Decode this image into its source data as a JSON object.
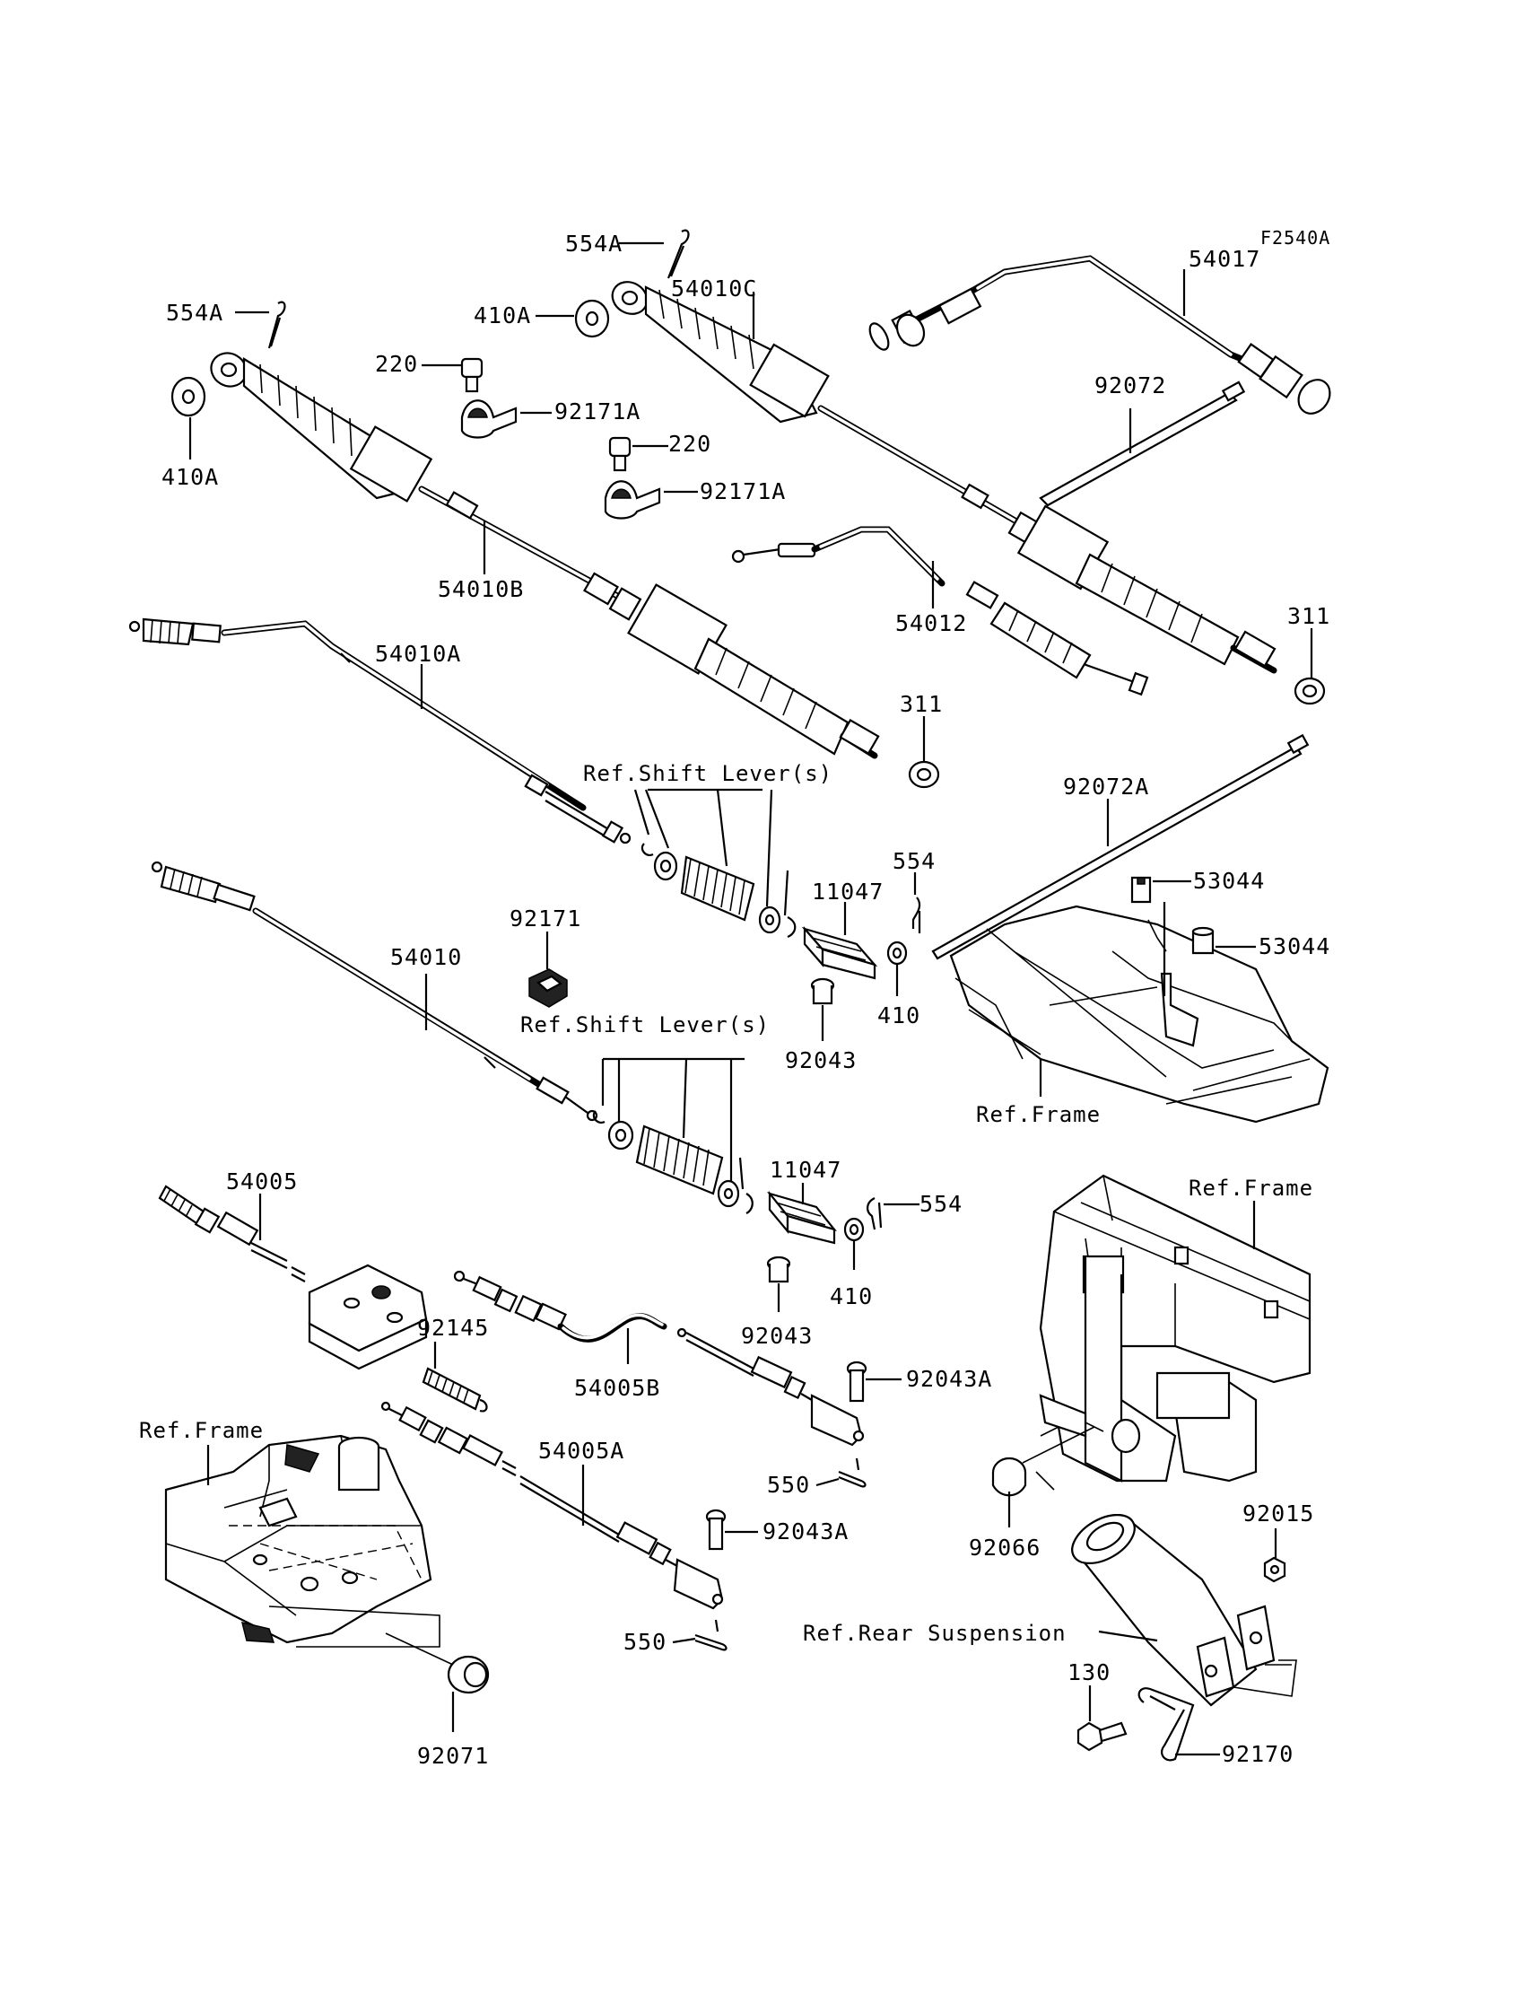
{
  "diagram_code": "F2540A",
  "labels": {
    "l554A_top": "554A",
    "l554A_left": "554A",
    "l410A_mid": "410A",
    "l410A_left": "410A",
    "l220_a": "220",
    "l220_b": "220",
    "l92171A_a": "92171A",
    "l92171A_b": "92171A",
    "l54010C": "54010C",
    "l54010B": "54010B",
    "l54010A": "54010A",
    "l54010": "54010",
    "l54017": "54017",
    "l92072": "92072",
    "l92072A": "92072A",
    "l54012": "54012",
    "l311_a": "311",
    "l311_b": "311",
    "l554_a": "554",
    "l554_b": "554",
    "l11047_a": "11047",
    "l11047_b": "11047",
    "l410_a": "410",
    "l410_b": "410",
    "l92043_a": "92043",
    "l92043_b": "92043",
    "l92171": "92171",
    "l53044_a": "53044",
    "l53044_b": "53044",
    "l54005": "54005",
    "l92145": "92145",
    "l54005B": "54005B",
    "l54005A": "54005A",
    "l92043A_a": "92043A",
    "l92043A_b": "92043A",
    "l550_a": "550",
    "l550_b": "550",
    "l92066": "92066",
    "l92015": "92015",
    "l130": "130",
    "l92170": "92170",
    "l92071": "92071"
  },
  "refs": {
    "shift_lever_a": "Ref.Shift Lever(s)",
    "shift_lever_b": "Ref.Shift Lever(s)",
    "frame_a": "Ref.Frame",
    "frame_b": "Ref.Frame",
    "frame_c": "Ref.Frame",
    "rear_suspension": "Ref.Rear Suspension"
  }
}
